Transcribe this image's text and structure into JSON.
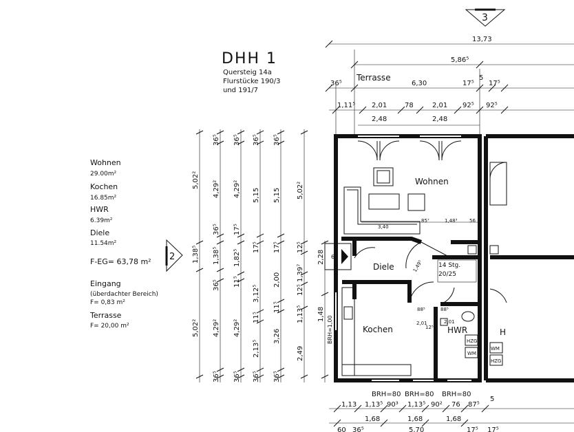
{
  "header": {
    "title": "DHH 1",
    "address_line": "Quersteig 14a",
    "parcel_line1": "Flurstücke 190/3",
    "parcel_line2": "und 191/7",
    "section_marker_top": "3",
    "section_marker_left": "2"
  },
  "areas": {
    "items": [
      {
        "label": "Wohnen",
        "value": "29.00m²"
      },
      {
        "label": "Kochen",
        "value": "16.85m²"
      },
      {
        "label": "HWR",
        "value": "6.39m²"
      },
      {
        "label": "Diele",
        "value": "11.54m²"
      }
    ],
    "total": "F-EG= 63,78 m²",
    "entrance_label": "Eingang",
    "entrance_note": "(überdachter Bereich)",
    "entrance_value": "F= 0,83 m²",
    "terrace_label": "Terrasse",
    "terrace_value": "F= 20,00 m²"
  },
  "rooms": {
    "wohnen": "Wohnen",
    "diele": "Diele",
    "kochen": "Kochen",
    "hwr": "HWR",
    "h_next": "H",
    "terrasse": "Terrasse",
    "stairs": "14 Stg.",
    "stairs_ratio": "20/25",
    "hzg": "HZG",
    "wm": "WM",
    "hzg2": "HZG",
    "wm2": "WM",
    "brh_left": "BRH=1,00",
    "brh1": "BRH=80",
    "brh2": "BRH=80",
    "brh3": "BRH=80",
    "entry_box": "60",
    "dim_340": "3,40",
    "dim_857": "85⁷",
    "dim_1483": "1,48³",
    "dim_56": "56",
    "dim_885a": "88⁵",
    "dim_885b": "88⁵",
    "dim_201a": "2,01",
    "dim_201b": "2,01",
    "dim_125": "12⁵",
    "dim_1495": "1,49⁵"
  },
  "top_dims": {
    "total": "13,73",
    "d1": "5,86⁵",
    "d2": "36⁵",
    "d3": "6,30",
    "d4": "17⁵",
    "d5": "5",
    "d6": "17⁵",
    "d7": "1,11⁵",
    "d8": "2,01",
    "d9": "78",
    "d10": "2,01",
    "d11": "92⁵",
    "d12": "92⁵",
    "d13": "2,48",
    "d14": "2,48"
  },
  "vertical_dims": {
    "c1": [
      "5,02²",
      "1,38⁵",
      "5,02²"
    ],
    "c2": [
      "36⁵",
      "4,29²",
      "36⁵",
      "1,38⁵",
      "36⁵",
      "4,29²",
      "36⁵"
    ],
    "c3": [
      "36⁵",
      "4,29²",
      "17⁵",
      "1,82⁵",
      "11⁵",
      "4,29²",
      "36⁵"
    ],
    "c4": [
      "36⁵",
      "5,15",
      "17⁵",
      "3,12⁵",
      "11⁵",
      "2,13⁵",
      "36⁵"
    ],
    "c5": [
      "36⁵",
      "5,15",
      "17⁵",
      "2,00",
      "11⁵",
      "3,26",
      "36⁵"
    ],
    "c6": [
      "5,02²",
      "12⁵",
      "1,39⁷",
      "12⁵",
      "1,13⁵",
      "2,49"
    ],
    "c7": [
      "2,28",
      "1,48"
    ]
  },
  "bottom_dims": {
    "r1": [
      "1,13",
      "1,13⁵",
      "90³",
      "1,13⁵",
      "90²",
      "76",
      "87⁵",
      "5"
    ],
    "r2": [
      "1,68",
      "1,68",
      "1,68"
    ],
    "r3": [
      "60",
      "36⁵",
      "5,70",
      "17⁵",
      "17⁵"
    ]
  }
}
